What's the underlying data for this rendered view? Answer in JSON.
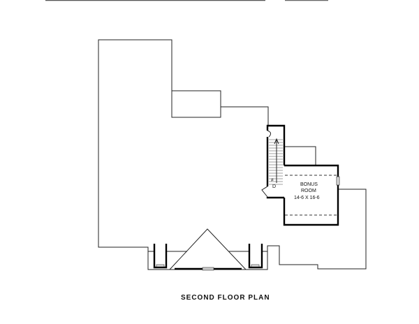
{
  "plan": {
    "caption": "SECOND FLOOR PLAN",
    "room": {
      "name_line1": "BONUS",
      "name_line2": "ROOM",
      "dimensions": "14-6 X 16-6"
    },
    "stair_up_mark": "UP"
  }
}
